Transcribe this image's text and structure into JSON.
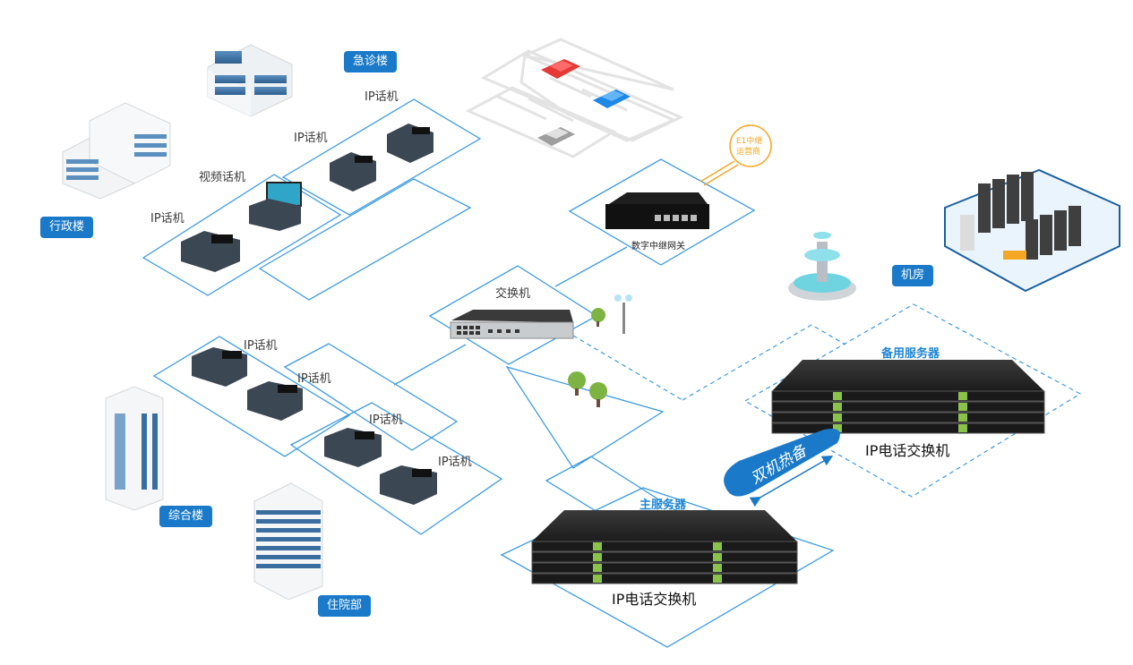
{
  "diagram": {
    "title": "",
    "colors": {
      "line": "#3e9be0",
      "tag_bg": "#1a7ac9",
      "tag_text": "#ffffff",
      "server_title": "#1f86d6",
      "trunk": "#f5a623",
      "hot_standby_bg": "#1a7ac9"
    },
    "buildings": [
      {
        "id": "emergency",
        "label": "急诊楼"
      },
      {
        "id": "admin",
        "label": "行政楼"
      },
      {
        "id": "general",
        "label": "综合楼"
      },
      {
        "id": "inpatient",
        "label": "住院部"
      },
      {
        "id": "machine-room",
        "label": "机房"
      }
    ],
    "devices": {
      "ip_phone_label": "IP话机",
      "video_phone_label": "视频话机",
      "switch_label": "交换机",
      "gateway_label": "数字中继网关",
      "trunk_label_line1": "E1中继",
      "trunk_label_line2": "运营商",
      "backup_server_title": "备用服务器",
      "main_server_title": "主服务器",
      "pbx_label": "IP电话交换机",
      "hot_standby_label": "双机热备"
    },
    "phone_labels": [
      "IP话机",
      "IP话机",
      "视频话机",
      "IP话机",
      "IP话机",
      "IP话机",
      "IP话机",
      "IP话机"
    ]
  }
}
